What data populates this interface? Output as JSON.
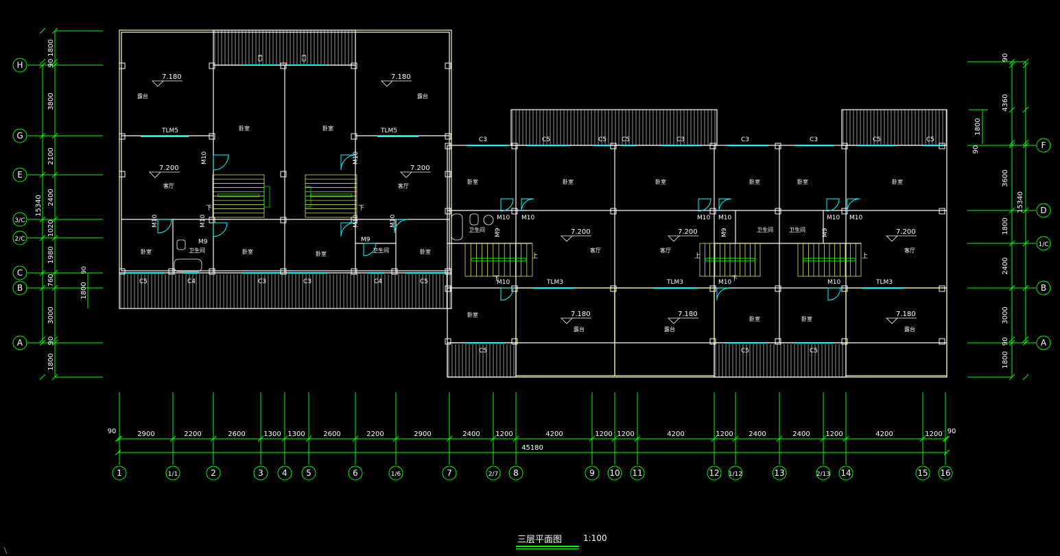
{
  "title": "三层平面图",
  "scale": "1:100",
  "colors": {
    "wall": "#ffffff",
    "dimension": "#00ff00",
    "window": "#00ffff",
    "stair": "#ffff66",
    "door": "#00ffff",
    "balcony_edge": "#ffff99"
  },
  "axes_left": [
    "H",
    "G",
    "E",
    "3/C",
    "2/C",
    "C",
    "B",
    "A"
  ],
  "axes_right": [
    "F",
    "D",
    "1/C",
    "B",
    "A"
  ],
  "left_dims": [
    "1800",
    "90",
    "3800",
    "2100",
    "2400",
    "1020",
    "1980",
    "760",
    "3000",
    "90",
    "1800"
  ],
  "left_total": "15340",
  "left_small": [
    "90",
    "1800"
  ],
  "right_dims": [
    "90",
    "4360",
    "1800",
    "90",
    "3600",
    "1800",
    "2400",
    "3000",
    "90",
    "1800"
  ],
  "right_total": "15340",
  "bottom_axes": [
    "1",
    "1/1",
    "2",
    "3",
    "4",
    "5",
    "6",
    "1/6",
    "7",
    "2/7",
    "8",
    "9",
    "10",
    "11",
    "12",
    "1/12",
    "13",
    "2/13",
    "14",
    "15",
    "16"
  ],
  "bottom_dims": [
    "90",
    "2900",
    "2200",
    "2600",
    "1300",
    "1300",
    "2600",
    "2200",
    "2900",
    "2400",
    "1200",
    "4200",
    "1200",
    "1200",
    "4200",
    "1200",
    "2400",
    "2400",
    "1200",
    "4200",
    "1200",
    "90"
  ],
  "bottom_total": "45180",
  "rooms": {
    "bedroom": "卧室",
    "living": "客厅",
    "balcony": "露台",
    "wc": "卫生间"
  },
  "levels": {
    "l7180": "7.180",
    "l7200": "7.200"
  },
  "doors": {
    "m10": "M10",
    "m9": "M9",
    "tlm5": "TLM5",
    "tlm3": "TLM3"
  },
  "windows": {
    "c3": "C3",
    "c4": "C4",
    "c5": "C5"
  },
  "stair_marks": {
    "up": "上",
    "down": "下"
  }
}
